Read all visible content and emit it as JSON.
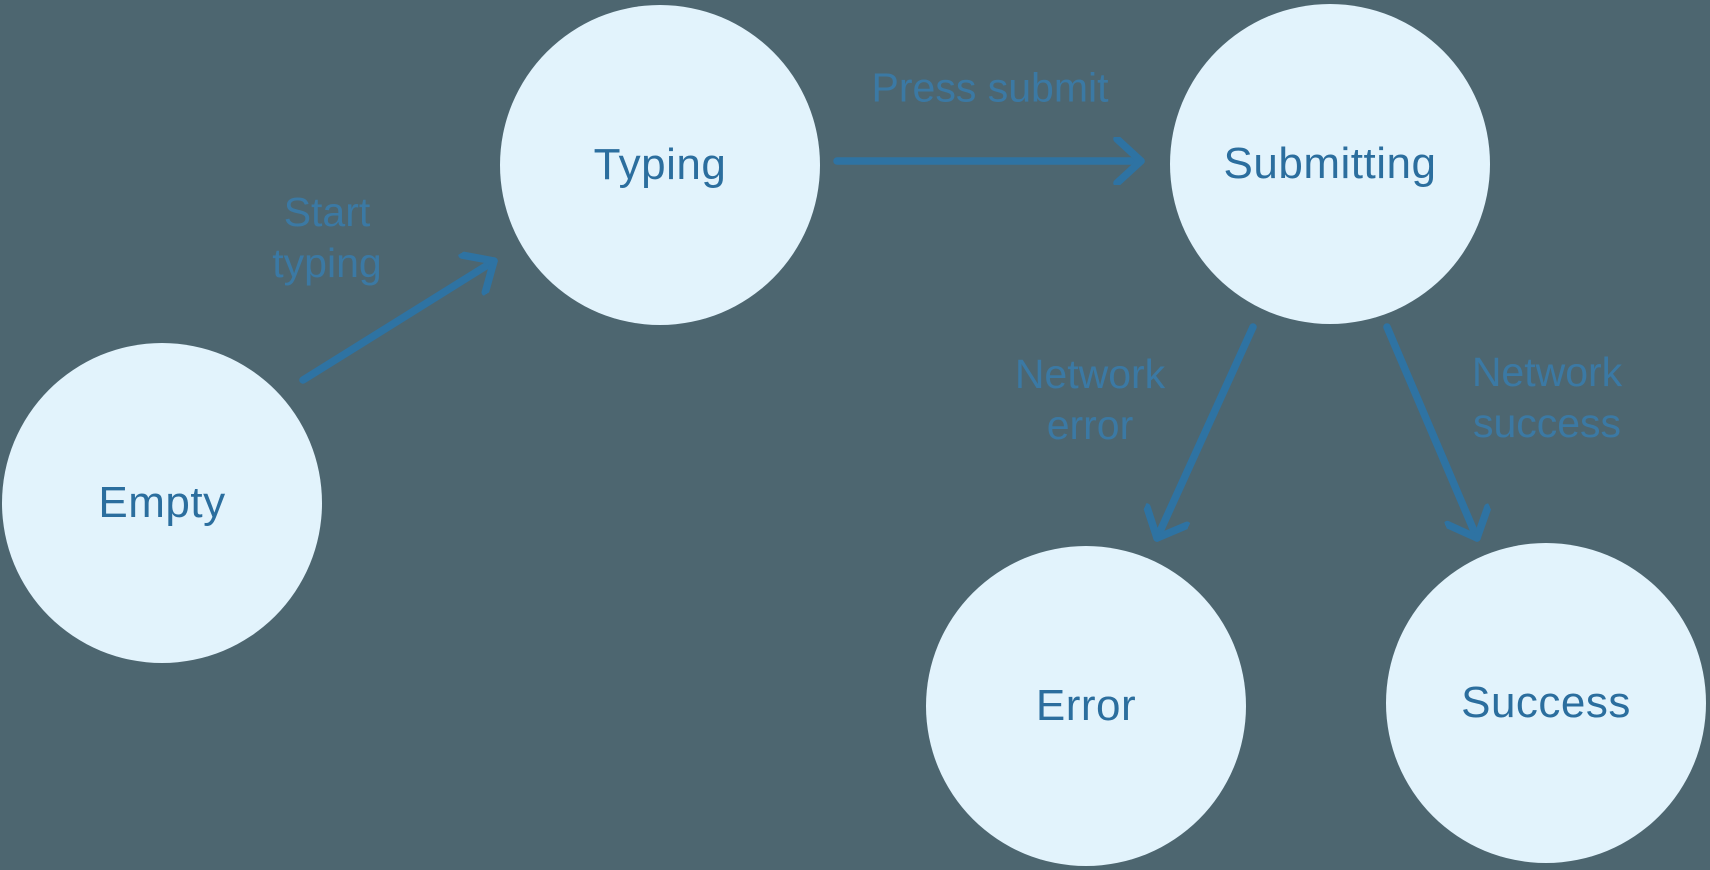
{
  "colors": {
    "background": "#4d6670",
    "node_fill": "#e2f3fc",
    "node_text": "#2b6e9e",
    "edge_stroke": "#2e73a3",
    "edge_label_text": "#3b79a4"
  },
  "diagram": {
    "type": "state-machine",
    "nodes": [
      {
        "id": "empty",
        "label": "Empty"
      },
      {
        "id": "typing",
        "label": "Typing"
      },
      {
        "id": "submitting",
        "label": "Submitting"
      },
      {
        "id": "error",
        "label": "Error"
      },
      {
        "id": "success",
        "label": "Success"
      }
    ],
    "edges": [
      {
        "from": "empty",
        "to": "typing",
        "label": "Start typing",
        "label_lines": [
          "Start",
          "typing"
        ]
      },
      {
        "from": "typing",
        "to": "submitting",
        "label": "Press submit",
        "label_lines": [
          "Press submit"
        ]
      },
      {
        "from": "submitting",
        "to": "error",
        "label": "Network error",
        "label_lines": [
          "Network",
          "error"
        ]
      },
      {
        "from": "submitting",
        "to": "success",
        "label": "Network success",
        "label_lines": [
          "Network",
          "success"
        ]
      }
    ]
  }
}
